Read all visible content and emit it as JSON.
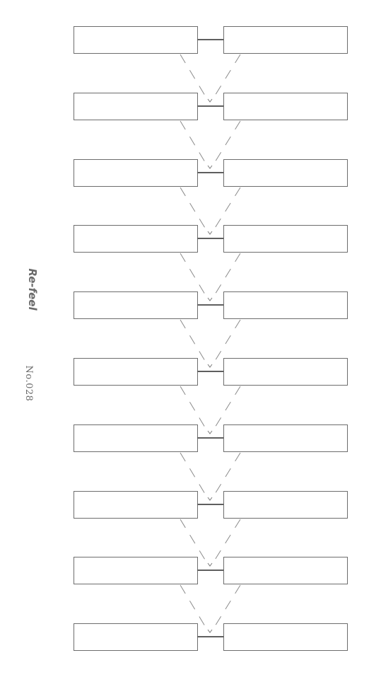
{
  "sidebar": {
    "brand": "Re-feel",
    "number": "No.028"
  },
  "diagram": {
    "rows": 10,
    "row_items": [
      {
        "left": "",
        "right": ""
      },
      {
        "left": "",
        "right": ""
      },
      {
        "left": "",
        "right": ""
      },
      {
        "left": "",
        "right": ""
      },
      {
        "left": "",
        "right": ""
      },
      {
        "left": "",
        "right": ""
      },
      {
        "left": "",
        "right": ""
      },
      {
        "left": "",
        "right": ""
      },
      {
        "left": "",
        "right": ""
      },
      {
        "left": "",
        "right": ""
      }
    ]
  },
  "colors": {
    "stroke": "#6d6d6d",
    "text": "#6a6a6a"
  }
}
